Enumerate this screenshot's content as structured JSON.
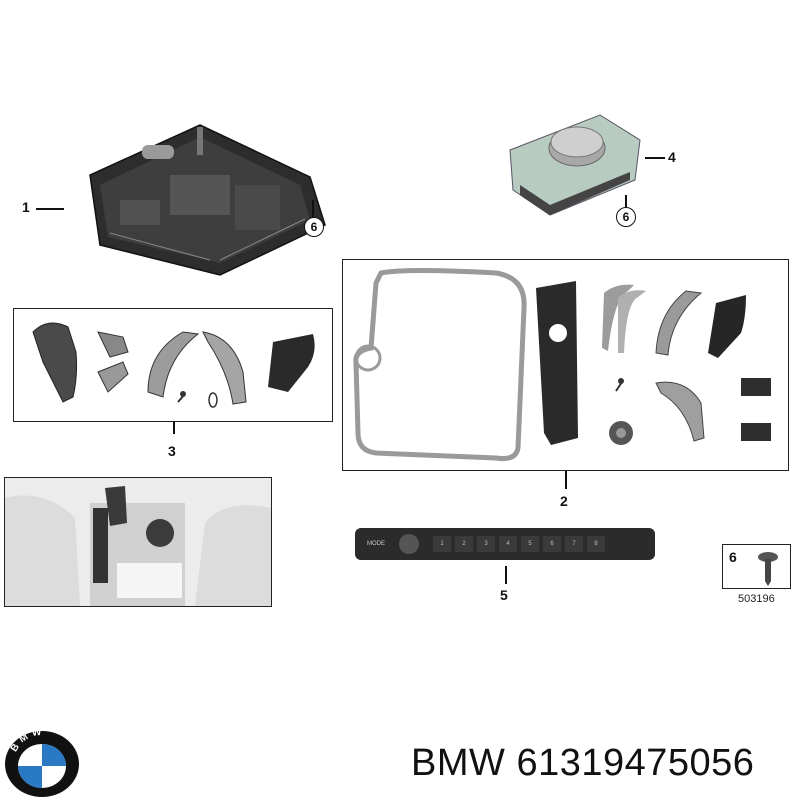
{
  "callouts": {
    "c1": "1",
    "c2": "2",
    "c3": "3",
    "c4": "4",
    "c5": "5",
    "c6a": "6",
    "c6b": "6",
    "c6c": "6"
  },
  "radio_panel": {
    "mode_label": "MODE",
    "presets": [
      "1",
      "2",
      "3",
      "4",
      "5",
      "6",
      "7",
      "8"
    ]
  },
  "screw_box": {
    "ref_code": "503196"
  },
  "footer": {
    "brand": "BMW",
    "part_number": "61319475056"
  },
  "logo": {
    "letters": "BMW",
    "colors": {
      "blue": "#2a79c4",
      "white": "#ffffff",
      "ring": "#111111"
    }
  }
}
